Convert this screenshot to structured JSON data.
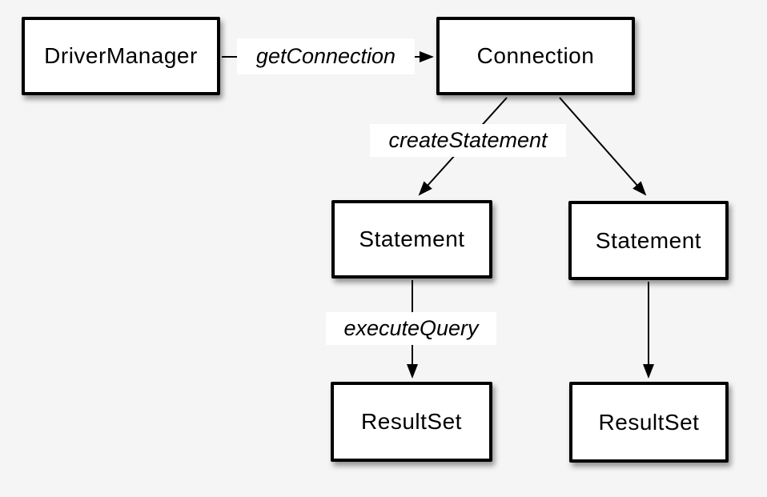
{
  "nodes": {
    "driver_manager": {
      "label": "DriverManager"
    },
    "connection": {
      "label": "Connection"
    },
    "statement_left": {
      "label": "Statement"
    },
    "statement_right": {
      "label": "Statement"
    },
    "resultset_left": {
      "label": "ResultSet"
    },
    "resultset_right": {
      "label": "ResultSet"
    }
  },
  "edges": {
    "get_connection": {
      "label": "getConnection"
    },
    "create_statement": {
      "label": "createStatement"
    },
    "execute_query": {
      "label": "executeQuery"
    }
  },
  "colors": {
    "background": "#f5f5f5",
    "node_fill": "#ffffff",
    "node_border": "#000000",
    "text": "#000000",
    "arrow": "#000000"
  }
}
